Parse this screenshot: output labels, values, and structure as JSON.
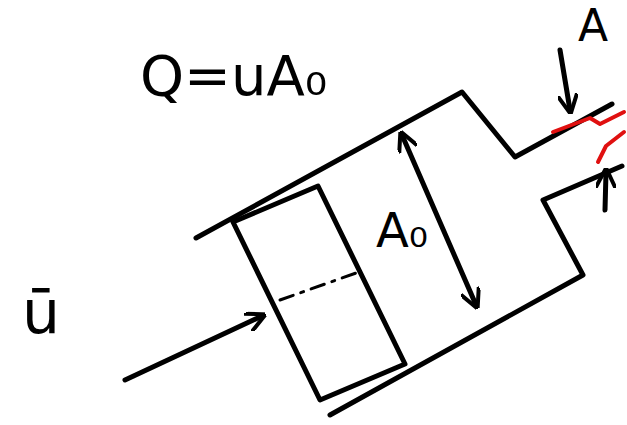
{
  "diagram": {
    "labels": [
      "Q=uA₀",
      "A₀",
      "A",
      "ū"
    ]
  }
}
